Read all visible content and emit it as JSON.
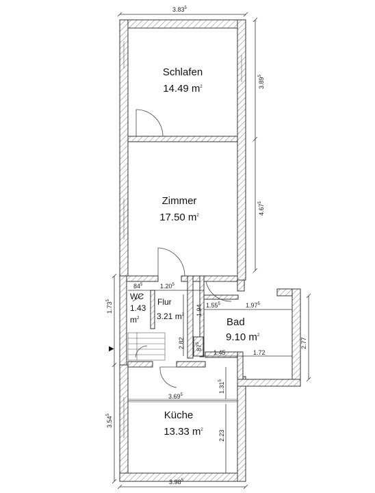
{
  "rooms": {
    "schlafen": {
      "name": "Schlafen",
      "area": "14.49 m",
      "sup": "2"
    },
    "zimmer": {
      "name": "Zimmer",
      "area": "17.50 m",
      "sup": "2"
    },
    "wc": {
      "name": "WC",
      "area": "1.43",
      "unit": "m",
      "sup": "2"
    },
    "flur": {
      "name": "Flur",
      "area": "3.21 m",
      "sup": "2"
    },
    "bad": {
      "name": "Bad",
      "area": "9.10 m",
      "sup": "2"
    },
    "kueche": {
      "name": "Küche",
      "area": "13.33 m",
      "sup": "2"
    }
  },
  "dimensions": {
    "top_width": {
      "main": "3.83",
      "sup": "5"
    },
    "schlafen_height": {
      "main": "3.89",
      "sup": "5"
    },
    "zimmer_height": {
      "main": "4.67",
      "sup": "5"
    },
    "wc_height": {
      "main": "1.73",
      "sup": "5"
    },
    "wc_width": {
      "main": "84",
      "sup": "5"
    },
    "flur_width": {
      "main": "1.20",
      "sup": "5"
    },
    "bad_left_width": {
      "main": "1.55",
      "sup": "5"
    },
    "bad_right_width": {
      "main": "1.97",
      "sup": "5"
    },
    "bad_height": {
      "main": "2.77",
      "sup": ""
    },
    "flur_height": {
      "main": "1.94",
      "sup": ""
    },
    "stair_height": {
      "main": "2.82",
      "sup": ""
    },
    "shaft": {
      "main": "87",
      "sup": "5"
    },
    "bad_bottom_left": {
      "main": "1.45",
      "sup": ""
    },
    "bad_bottom_right": {
      "main": "1.72",
      "sup": ""
    },
    "kueche_width": {
      "main": "3.69",
      "sup": "5"
    },
    "kueche_upper": {
      "main": "1.31",
      "sup": "5"
    },
    "kueche_height": {
      "main": "3.54",
      "sup": "5"
    },
    "kueche_inner": {
      "main": "2.23",
      "sup": ""
    },
    "bottom_width": {
      "main": "3.98",
      "sup": "5"
    }
  },
  "entrance_marker": "▶"
}
